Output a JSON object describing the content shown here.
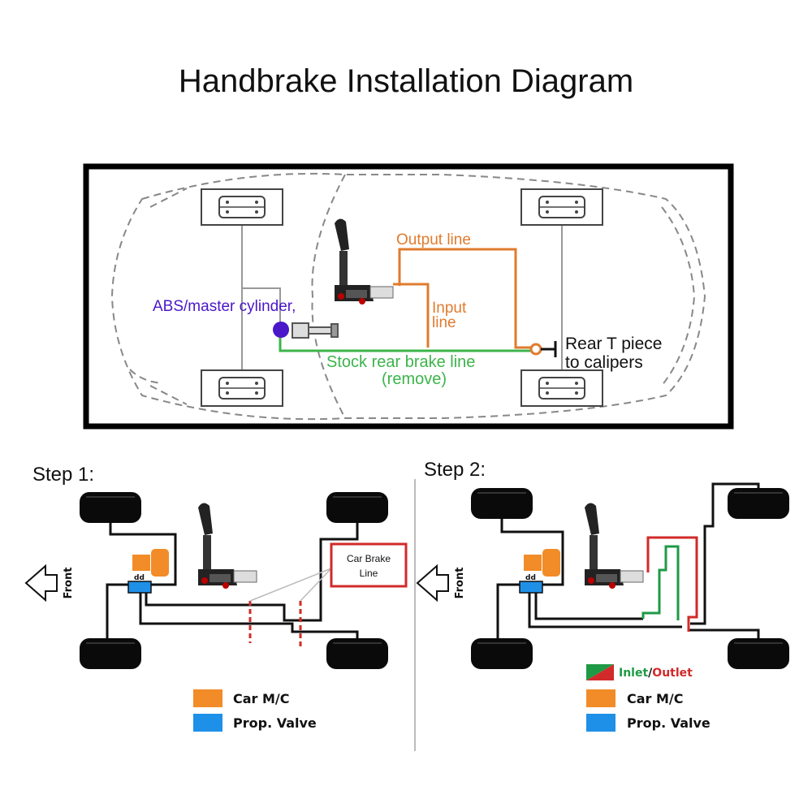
{
  "title": "Handbrake Installation Diagram",
  "top_diagram": {
    "labels": {
      "output_line": "Output line",
      "input_line_1": "Input",
      "input_line_2": "line",
      "abs_master": "ABS/master cylinder,",
      "rear_t_1": "Rear T piece",
      "rear_t_2": "to calipers",
      "stock_line_1": "Stock rear brake line",
      "stock_line_2": "(remove)"
    },
    "colors": {
      "output": "#e07b2e",
      "stock": "#3cb44a",
      "abs": "#4a17c9"
    }
  },
  "step1": {
    "heading": "Step 1:",
    "front": "Front",
    "car_brake_1": "Car Brake",
    "car_brake_2": "Line",
    "legend": [
      {
        "label": "Car M/C",
        "color": "#f28c28"
      },
      {
        "label": "Prop. Valve",
        "color": "#1e90e8"
      }
    ]
  },
  "step2": {
    "heading": "Step 2:",
    "front": "Front",
    "legend_inlet": "Inlet",
    "legend_slash": "/",
    "legend_outlet": "Outlet",
    "legend": [
      {
        "label": "Car M/C",
        "color": "#f28c28"
      },
      {
        "label": "Prop. Valve",
        "color": "#1e90e8"
      }
    ],
    "colors": {
      "inlet": "#1e9a45",
      "outlet": "#d22a2a"
    }
  }
}
